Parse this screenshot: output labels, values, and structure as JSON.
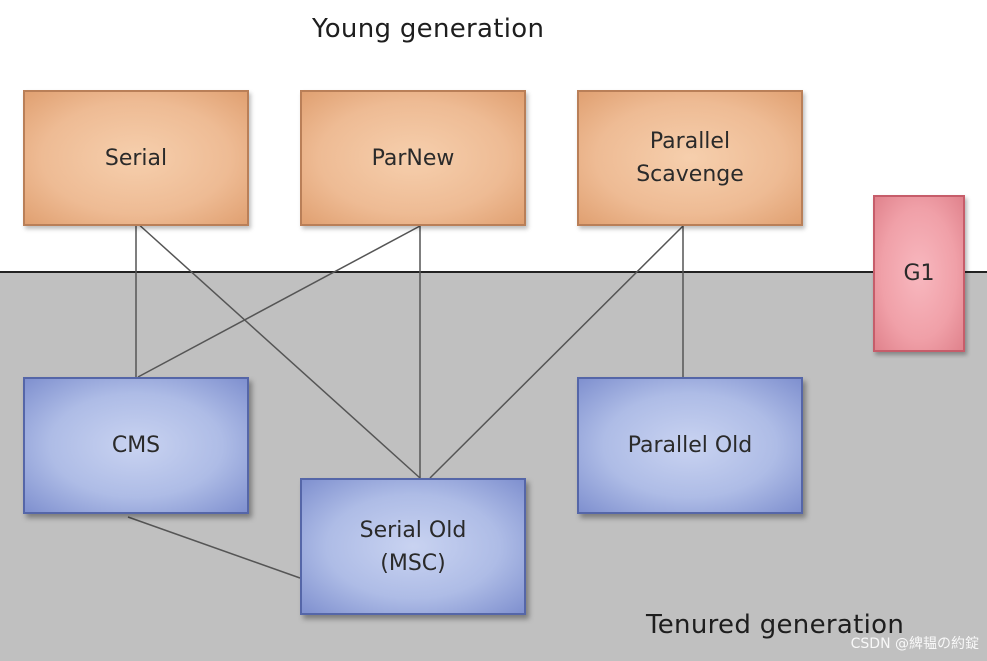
{
  "labels": {
    "young_generation": "Young generation",
    "tenured_generation": "Tenured generation"
  },
  "collectors": {
    "serial": {
      "line1": "Serial"
    },
    "parnew": {
      "line1": "ParNew"
    },
    "parallel_scavenge": {
      "line1": "Parallel",
      "line2": "Scavenge"
    },
    "g1": {
      "line1": "G1"
    },
    "cms": {
      "line1": "CMS"
    },
    "parallel_old": {
      "line1": "Parallel Old"
    },
    "serial_old": {
      "line1": "Serial Old",
      "line2": "(MSC)"
    }
  },
  "connections": [
    [
      "Serial",
      "CMS"
    ],
    [
      "Serial",
      "Serial Old (MSC)"
    ],
    [
      "ParNew",
      "CMS"
    ],
    [
      "ParNew",
      "Serial Old (MSC)"
    ],
    [
      "Parallel Scavenge",
      "Serial Old (MSC)"
    ],
    [
      "Parallel Scavenge",
      "Parallel Old"
    ],
    [
      "CMS",
      "Serial Old (MSC)"
    ]
  ],
  "colors": {
    "young_box": "#eebb94",
    "old_box": "#aebce6",
    "g1_box": "#f0a0a8",
    "tenured_background": "#c0c0c0",
    "line": "#555555"
  },
  "watermark": "CSDN @綼韫の約錠"
}
